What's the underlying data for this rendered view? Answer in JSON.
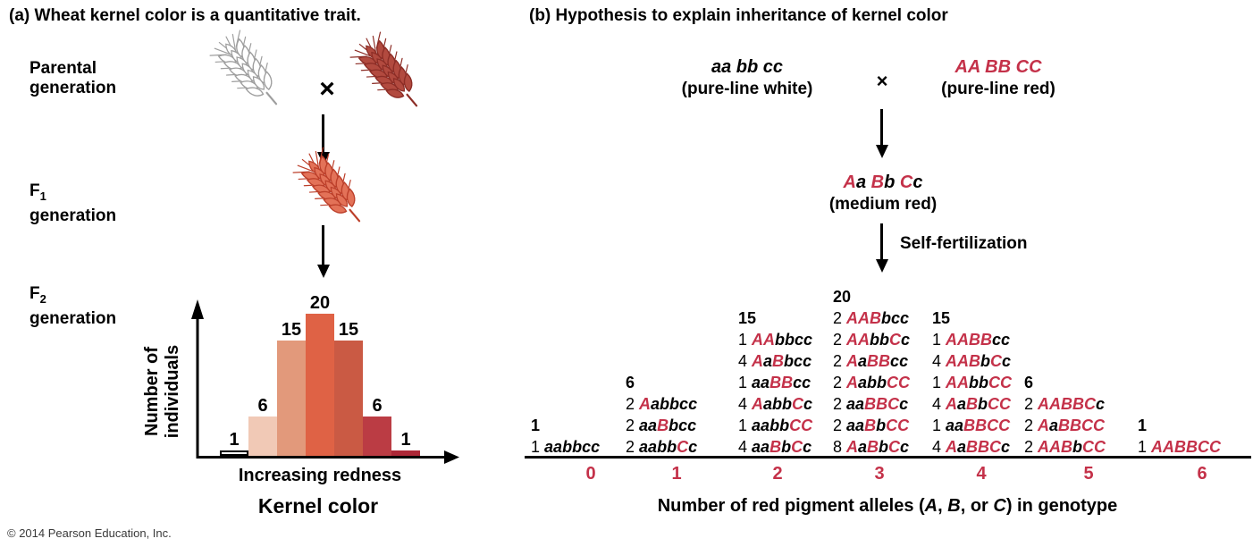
{
  "colors": {
    "red": "#c43149",
    "axis_black": "#000000",
    "wheat_white_fill": "#ffffff",
    "wheat_white_stroke": "#9e9e9e",
    "wheat_red_fill": "#b24a3f",
    "wheat_red_stroke": "#8c2d26",
    "wheat_f1_fill": "#e37258",
    "wheat_f1_stroke": "#bc3f2a"
  },
  "panel_a": {
    "title_prefix": "(a)",
    "title": "Wheat kernel color is a quantitative trait.",
    "parental_label_line1": "Parental",
    "parental_label_line2": "generation",
    "f1_label_prefix": "F",
    "f1_label_sub": "1",
    "f1_label_line2": "generation",
    "f2_label_prefix": "F",
    "f2_label_sub": "2",
    "f2_label_line2": "generation",
    "cross_symbol": "×"
  },
  "chart_data": {
    "type": "bar",
    "title": "Kernel color",
    "xlabel": "Increasing redness",
    "ylabel": "Number of individuals",
    "ylabel_lines": [
      "Number of",
      "individuals"
    ],
    "categories": [
      "0",
      "1",
      "2",
      "3",
      "4",
      "5",
      "6"
    ],
    "values": [
      1,
      6,
      15,
      20,
      15,
      6,
      1
    ],
    "bar_colors": [
      "#ffffff",
      "#f1c9b6",
      "#e2997b",
      "#df6245",
      "#ca5a44",
      "#bb3c44",
      "#ac2737"
    ],
    "ylim": [
      0,
      20
    ],
    "grid": false,
    "legend": false
  },
  "panel_b": {
    "title_prefix": "(b)",
    "title": "Hypothesis to explain inheritance of kernel color",
    "cross_symbol": "×",
    "parent_white_genotype": "aa bb cc",
    "parent_white_label": "(pure-line white)",
    "parent_red_genotype": "AA BB CC",
    "parent_red_label": "(pure-line red)",
    "f1_genotype": "Aa Bb Cc",
    "f1_label": "(medium red)",
    "self_fertilization_label": "Self-fertilization",
    "columns": [
      {
        "alleles": "0",
        "total": "1",
        "rows": [
          {
            "n": "1",
            "g": "aabbcc"
          }
        ]
      },
      {
        "alleles": "1",
        "total": "6",
        "rows": [
          {
            "n": "2",
            "g": "Aabbcc"
          },
          {
            "n": "2",
            "g": "aaBbcc"
          },
          {
            "n": "2",
            "g": "aabbCc"
          }
        ]
      },
      {
        "alleles": "2",
        "total": "15",
        "rows": [
          {
            "n": "1",
            "g": "AAbbcc"
          },
          {
            "n": "4",
            "g": "AaBbcc"
          },
          {
            "n": "1",
            "g": "aaBBcc"
          },
          {
            "n": "4",
            "g": "AabbCc"
          },
          {
            "n": "1",
            "g": "aabbCC"
          },
          {
            "n": "4",
            "g": "aaBbCc"
          }
        ]
      },
      {
        "alleles": "3",
        "total": "20",
        "rows": [
          {
            "n": "2",
            "g": "AABbcc"
          },
          {
            "n": "2",
            "g": "AAbbCc"
          },
          {
            "n": "2",
            "g": "AaBBcc"
          },
          {
            "n": "2",
            "g": "AabbCC"
          },
          {
            "n": "2",
            "g": "aaBBCc"
          },
          {
            "n": "2",
            "g": "aaBbCC"
          },
          {
            "n": "8",
            "g": "AaBbCc"
          }
        ]
      },
      {
        "alleles": "4",
        "total": "15",
        "rows": [
          {
            "n": "1",
            "g": "AABBcc"
          },
          {
            "n": "4",
            "g": "AABbCc"
          },
          {
            "n": "1",
            "g": "AAbbCC"
          },
          {
            "n": "4",
            "g": "AaBbCC"
          },
          {
            "n": "1",
            "g": "aaBBCC"
          },
          {
            "n": "4",
            "g": "AaBBCc"
          }
        ]
      },
      {
        "alleles": "5",
        "total": "6",
        "rows": [
          {
            "n": "2",
            "g": "AABBCc"
          },
          {
            "n": "2",
            "g": "AaBBCC"
          },
          {
            "n": "2",
            "g": "AABbCC"
          }
        ]
      },
      {
        "alleles": "6",
        "total": "1",
        "rows": [
          {
            "n": "1",
            "g": "AABBCC"
          }
        ]
      }
    ],
    "axis_label_segments": [
      {
        "text": "Number of red pigment alleles (",
        "italic": false
      },
      {
        "text": "A",
        "italic": true
      },
      {
        "text": ", ",
        "italic": false
      },
      {
        "text": "B",
        "italic": true
      },
      {
        "text": ", or ",
        "italic": false
      },
      {
        "text": "C",
        "italic": true
      },
      {
        "text": ") in genotype",
        "italic": false
      }
    ]
  },
  "footer": {
    "copyright": "© 2014 Pearson Education, Inc."
  }
}
